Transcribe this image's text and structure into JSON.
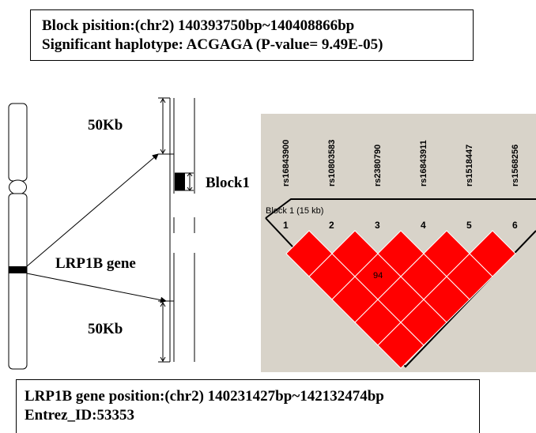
{
  "header": {
    "block_position": "Block pisition:(chr2) 140393750bp~140408866bp",
    "significant_haplotype": "Significant haplotype: ACGAGA (P-value= 9.49E-05)"
  },
  "left_diagram": {
    "flank_top_label": "50Kb",
    "flank_bottom_label": "50Kb",
    "block_label": "Block1",
    "gene_label": "LRP1B gene"
  },
  "haploview": {
    "block_title": "Block 1 (15 kb)",
    "snps": [
      "rs16843900",
      "rs10803583",
      "rs2380790",
      "rs16843911",
      "rs1518447",
      "rs1568256"
    ],
    "marker_numbers": [
      "1",
      "2",
      "3",
      "4",
      "5",
      "6"
    ],
    "highlighted_ld_value": "94",
    "colors": {
      "background": "#d8d3c9",
      "ld_cell": "#ff0000",
      "cell_border": "#ffffff"
    }
  },
  "footer": {
    "gene_position": "LRP1B gene position:(chr2) 140231427bp~142132474bp",
    "entrez_id": "Entrez_ID:53353"
  }
}
